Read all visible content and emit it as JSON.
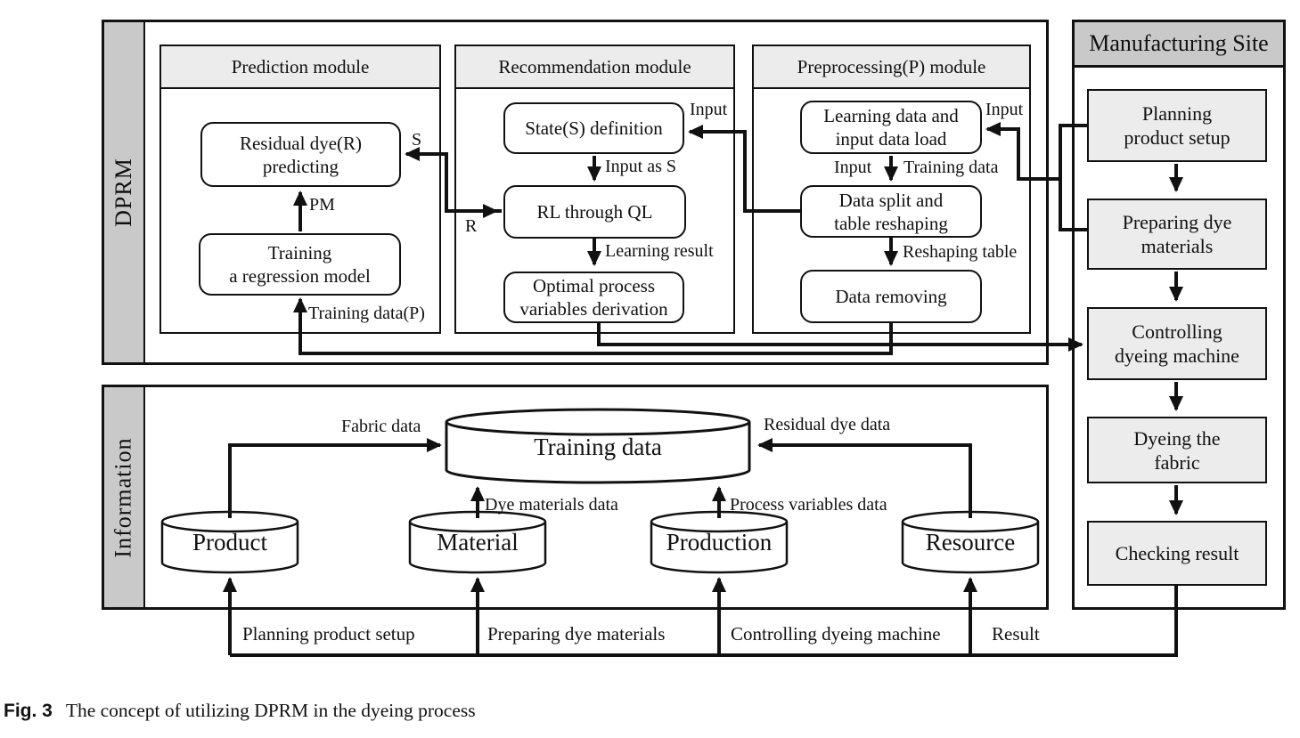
{
  "dprm": {
    "sidebar_label": "DPRM",
    "modules": [
      {
        "title": "Prediction module",
        "boxes": [
          "Residual dye(R)\npredicting",
          "Training\na regression model"
        ]
      },
      {
        "title": "Recommendation module",
        "boxes": [
          "State(S) definition",
          "RL through QL",
          "Optimal process\nvariables derivation"
        ]
      },
      {
        "title": "Preprocessing(P) module",
        "boxes": [
          "Learning data and\ninput data load",
          "Data split and\ntable reshaping",
          "Data removing"
        ]
      }
    ],
    "edge_labels": {
      "s": "S",
      "pm": "PM",
      "training_data_p": "Training data(P)",
      "r": "R",
      "input_as_s": "Input as S",
      "learning_result": "Learning result",
      "input_state": "Input",
      "input_split": "Input",
      "training_data": "Training data",
      "reshaping_table": "Reshaping table",
      "input_learning": "Input"
    }
  },
  "manufacturing": {
    "title": "Manufacturing Site",
    "steps": [
      "Planning\nproduct setup",
      "Preparing dye\nmaterials",
      "Controlling\ndyeing machine",
      "Dyeing the\nfabric",
      "Checking result"
    ]
  },
  "information": {
    "sidebar_label": "Information",
    "central_db": "Training data",
    "databases": [
      "Product",
      "Material",
      "Production",
      "Resource"
    ],
    "flow_labels": {
      "fabric": "Fabric data",
      "dye": "Dye materials data",
      "process": "Process variables data",
      "residual": "Residual dye data"
    },
    "bottom_labels": [
      "Planning product setup",
      "Preparing dye materials",
      "Controlling dyeing machine",
      "Result"
    ]
  },
  "caption": {
    "tag": "Fig. 3",
    "text": "The concept of utilizing DPRM in the dyeing process"
  },
  "colors": {
    "line": "#111111",
    "header_gray": "#c9c9c9",
    "light_gray": "#ececec"
  }
}
